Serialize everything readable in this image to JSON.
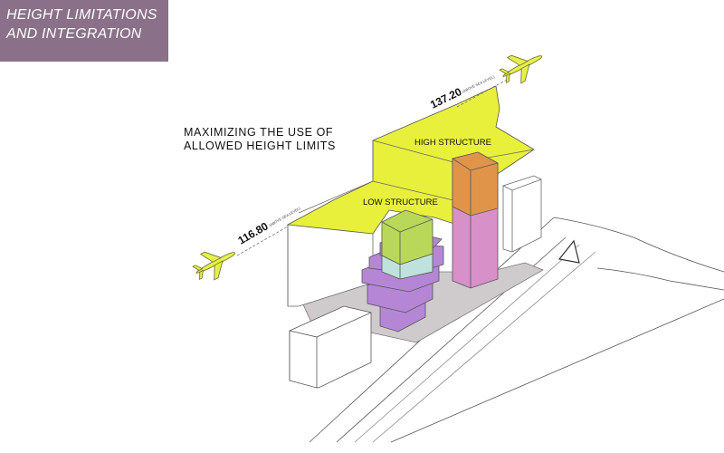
{
  "title": {
    "line1": "HEIGHT  LIMITATIONS",
    "line2": "AND INTEGRATION"
  },
  "diagram": {
    "heading_line1": "MAXIMIZING THE USE OF",
    "heading_line2": "ALLOWED HEIGHT LIMITS",
    "high_structure_label": "HIGH STRUCTURE",
    "low_structure_label": "LOW STRUCTURE",
    "height_high_value": "137.20",
    "height_high_note": "(ABOVE SEA LEVEL)",
    "height_low_value": "116.80",
    "height_low_note": "(ABOVE SEA LEVEL)"
  },
  "colors": {
    "title_bg": "#8a7088",
    "height_plane": "#e8f03c",
    "high_structure_top": "#e0944a",
    "high_structure_bottom": "#d890c8",
    "low_structure_green": "#b9d85a",
    "low_structure_cyan": "#bfe3dc",
    "podium_purple": "#b586d6",
    "site_ground": "#cfcbcd",
    "airplane": "#e7f04a"
  },
  "icons": [
    "airplane-icon-top-right",
    "airplane-icon-left"
  ]
}
